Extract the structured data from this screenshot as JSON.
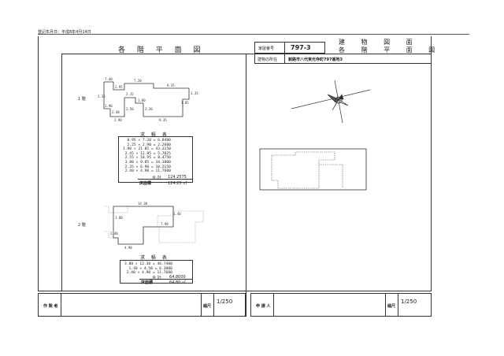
{
  "registration_date": "登記年月日：平成8年4月14日",
  "title": "各 階 平 面 図",
  "header": {
    "house_number_label": "家屋番号",
    "house_number": "797-3",
    "location_label": "建物の所在",
    "location": "釧路市八代東光寺町797番地3",
    "doc_title_1": "建 物 図 面",
    "doc_title_2": "各 階 平 面 図"
  },
  "floor1": {
    "label": "1 階",
    "dims": [
      "7.40",
      "2.95",
      "7.20",
      "9.35",
      "3.35",
      "1.85",
      "2.15",
      "1.80",
      "2.35",
      "2.40",
      "2.90",
      "9.35",
      "1.90",
      "2.50",
      "3.20"
    ],
    "table_title": "求 積 表",
    "rows": [
      "0.95 × 7.20 = 6.8400",
      "2.25 × 2.90 = 2.2600",
      "1.90 × 21.85 = 43.3150",
      "2.45 × 12.85 = 5.7825",
      "2.55 × 10.95 = 8.4750",
      "3.80 × 9.05 = 34.3800",
      "2.35 × 6.90 = 10.2150",
      "2.40 × 4.90 = 11.7600"
    ],
    "total_label": "合 計",
    "total": "124.2575",
    "floor_area_label": "床面積",
    "floor_area": "124.25 ㎡"
  },
  "floor2": {
    "label": "2 階",
    "dims": [
      "14.30",
      "3.80",
      "1.40",
      "7.90",
      "2.40",
      "4.90"
    ],
    "table_title": "求 積 表",
    "rows": [
      "3.80 × 12.30 = 46.7400",
      "1.40 × 4.50 = 6.3000",
      "2.40 × 4.90 = 11.7600"
    ],
    "total_label": "合 計",
    "total": "64.8000",
    "floor_area_label": "床面積",
    "floor_area": "64.80 ㎡"
  },
  "footer": {
    "maker_label": "作 製 者",
    "scale_label": "縮尺",
    "scale_left": "1/250",
    "applicant_label": "申 請 人",
    "scale_right": "1/250"
  }
}
